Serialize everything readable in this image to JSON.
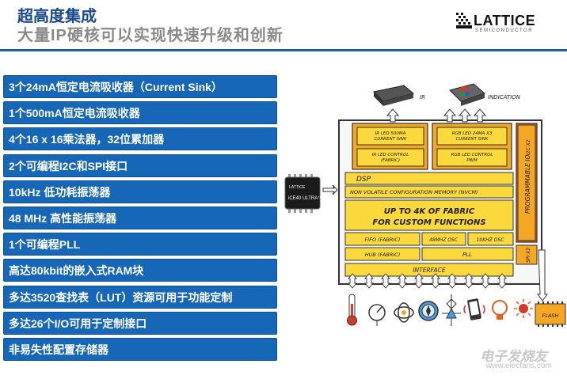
{
  "header": {
    "title": "超高度集成",
    "subtitle": "大量IP硬核可以实现快速升级和创新"
  },
  "logo": {
    "text": "LATTICE",
    "sub": "SEMICONDUCTOR"
  },
  "features": [
    "3个24mA恒定电流吸收器（Current Sink）",
    "1个500mA恒定电流吸收器",
    "4个16 x 16乘法器，32位累加器",
    "2个可编程I2C和SPI接口",
    "10kHz 低功耗振荡器",
    "48 MHz 高性能振荡器",
    "1个可编程PLL",
    "高达80kbit的嵌入式RAM块",
    "多达3520查找表（LUT）资源可用于功能定制",
    "多达26个I/O可用于定制接口",
    "非易失性配置存储器"
  ],
  "diagram": {
    "chip_brand": "LATTICE",
    "chip_name": "iCE40 ULTRA™",
    "ir_label": "IR",
    "indication_label": "INDICATION",
    "ir_led_500ma": "IR LED 500MA CURRENT SINK",
    "ir_led_control": "IR LED CONTROL (FABRIC)",
    "rgb_led_24ma": "RGB LED 24MA X3 CURRENT SINK",
    "rgb_led_control": "RGB LED CONTROL PWM",
    "dsp": "DSP",
    "nvcm": "NON VOLATILE CONFIGURATION MEMORY (NVCM)",
    "fabric_line1": "UP TO 4K OF FABRIC",
    "fabric_line2": "FOR CUSTOM FUNCTIONS",
    "fifo": "FIFO (FABRIC)",
    "osc48": "48MHZ OSC",
    "osc10": "10KHZ OSC",
    "hub": "HUB (FABRIC)",
    "pll": "PLL",
    "interface": "INTERFACE",
    "programmable_io": "PROGRAMMABLE IO",
    "i2c_x2": "I2C X2",
    "spi_x2": "SPI X2",
    "flash": "FLASH",
    "colors": {
      "orange": "#f5a623",
      "yellow": "#fbd93c",
      "dark_orange": "#e8611a"
    }
  },
  "watermark": {
    "line1": "电子发烧友",
    "line2": "www.elecfans.com"
  }
}
